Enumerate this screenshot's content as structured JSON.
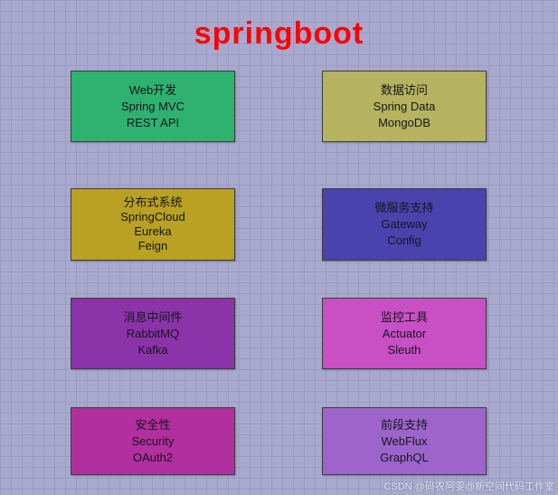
{
  "title": "springboot",
  "watermark": "CSDN @码农阿雯@新空间代码工作室",
  "colors": {
    "background": "#a9a9ce",
    "grid_line": "#9b9bc4",
    "title": "#ff0000"
  },
  "boxes": [
    {
      "id": "web-dev",
      "text": "Web开发\nSpring MVC\nREST API",
      "color": "#2fb170"
    },
    {
      "id": "data-access",
      "text": "数据访问\nSpring Data\nMongoDB",
      "color": "#b5b35f"
    },
    {
      "id": "distributed",
      "text": "分布式系统\nSpringCloud\nEureka\nFeign",
      "color": "#b8a123"
    },
    {
      "id": "microservice",
      "text": "微服务支持\nGateway\nConfig",
      "color": "#4a43ae"
    },
    {
      "id": "message-mq",
      "text": "消息中间件\nRabbitMQ\nKafka",
      "color": "#8b33a9"
    },
    {
      "id": "monitoring",
      "text": "监控工具\nActuator\nSleuth",
      "color": "#c84fc4"
    },
    {
      "id": "security",
      "text": "安全性\nSecurity\nOAuth2",
      "color": "#b12f9e"
    },
    {
      "id": "frontend",
      "text": "前段支持\nWebFlux\nGraphQL",
      "color": "#9d64cb"
    }
  ]
}
